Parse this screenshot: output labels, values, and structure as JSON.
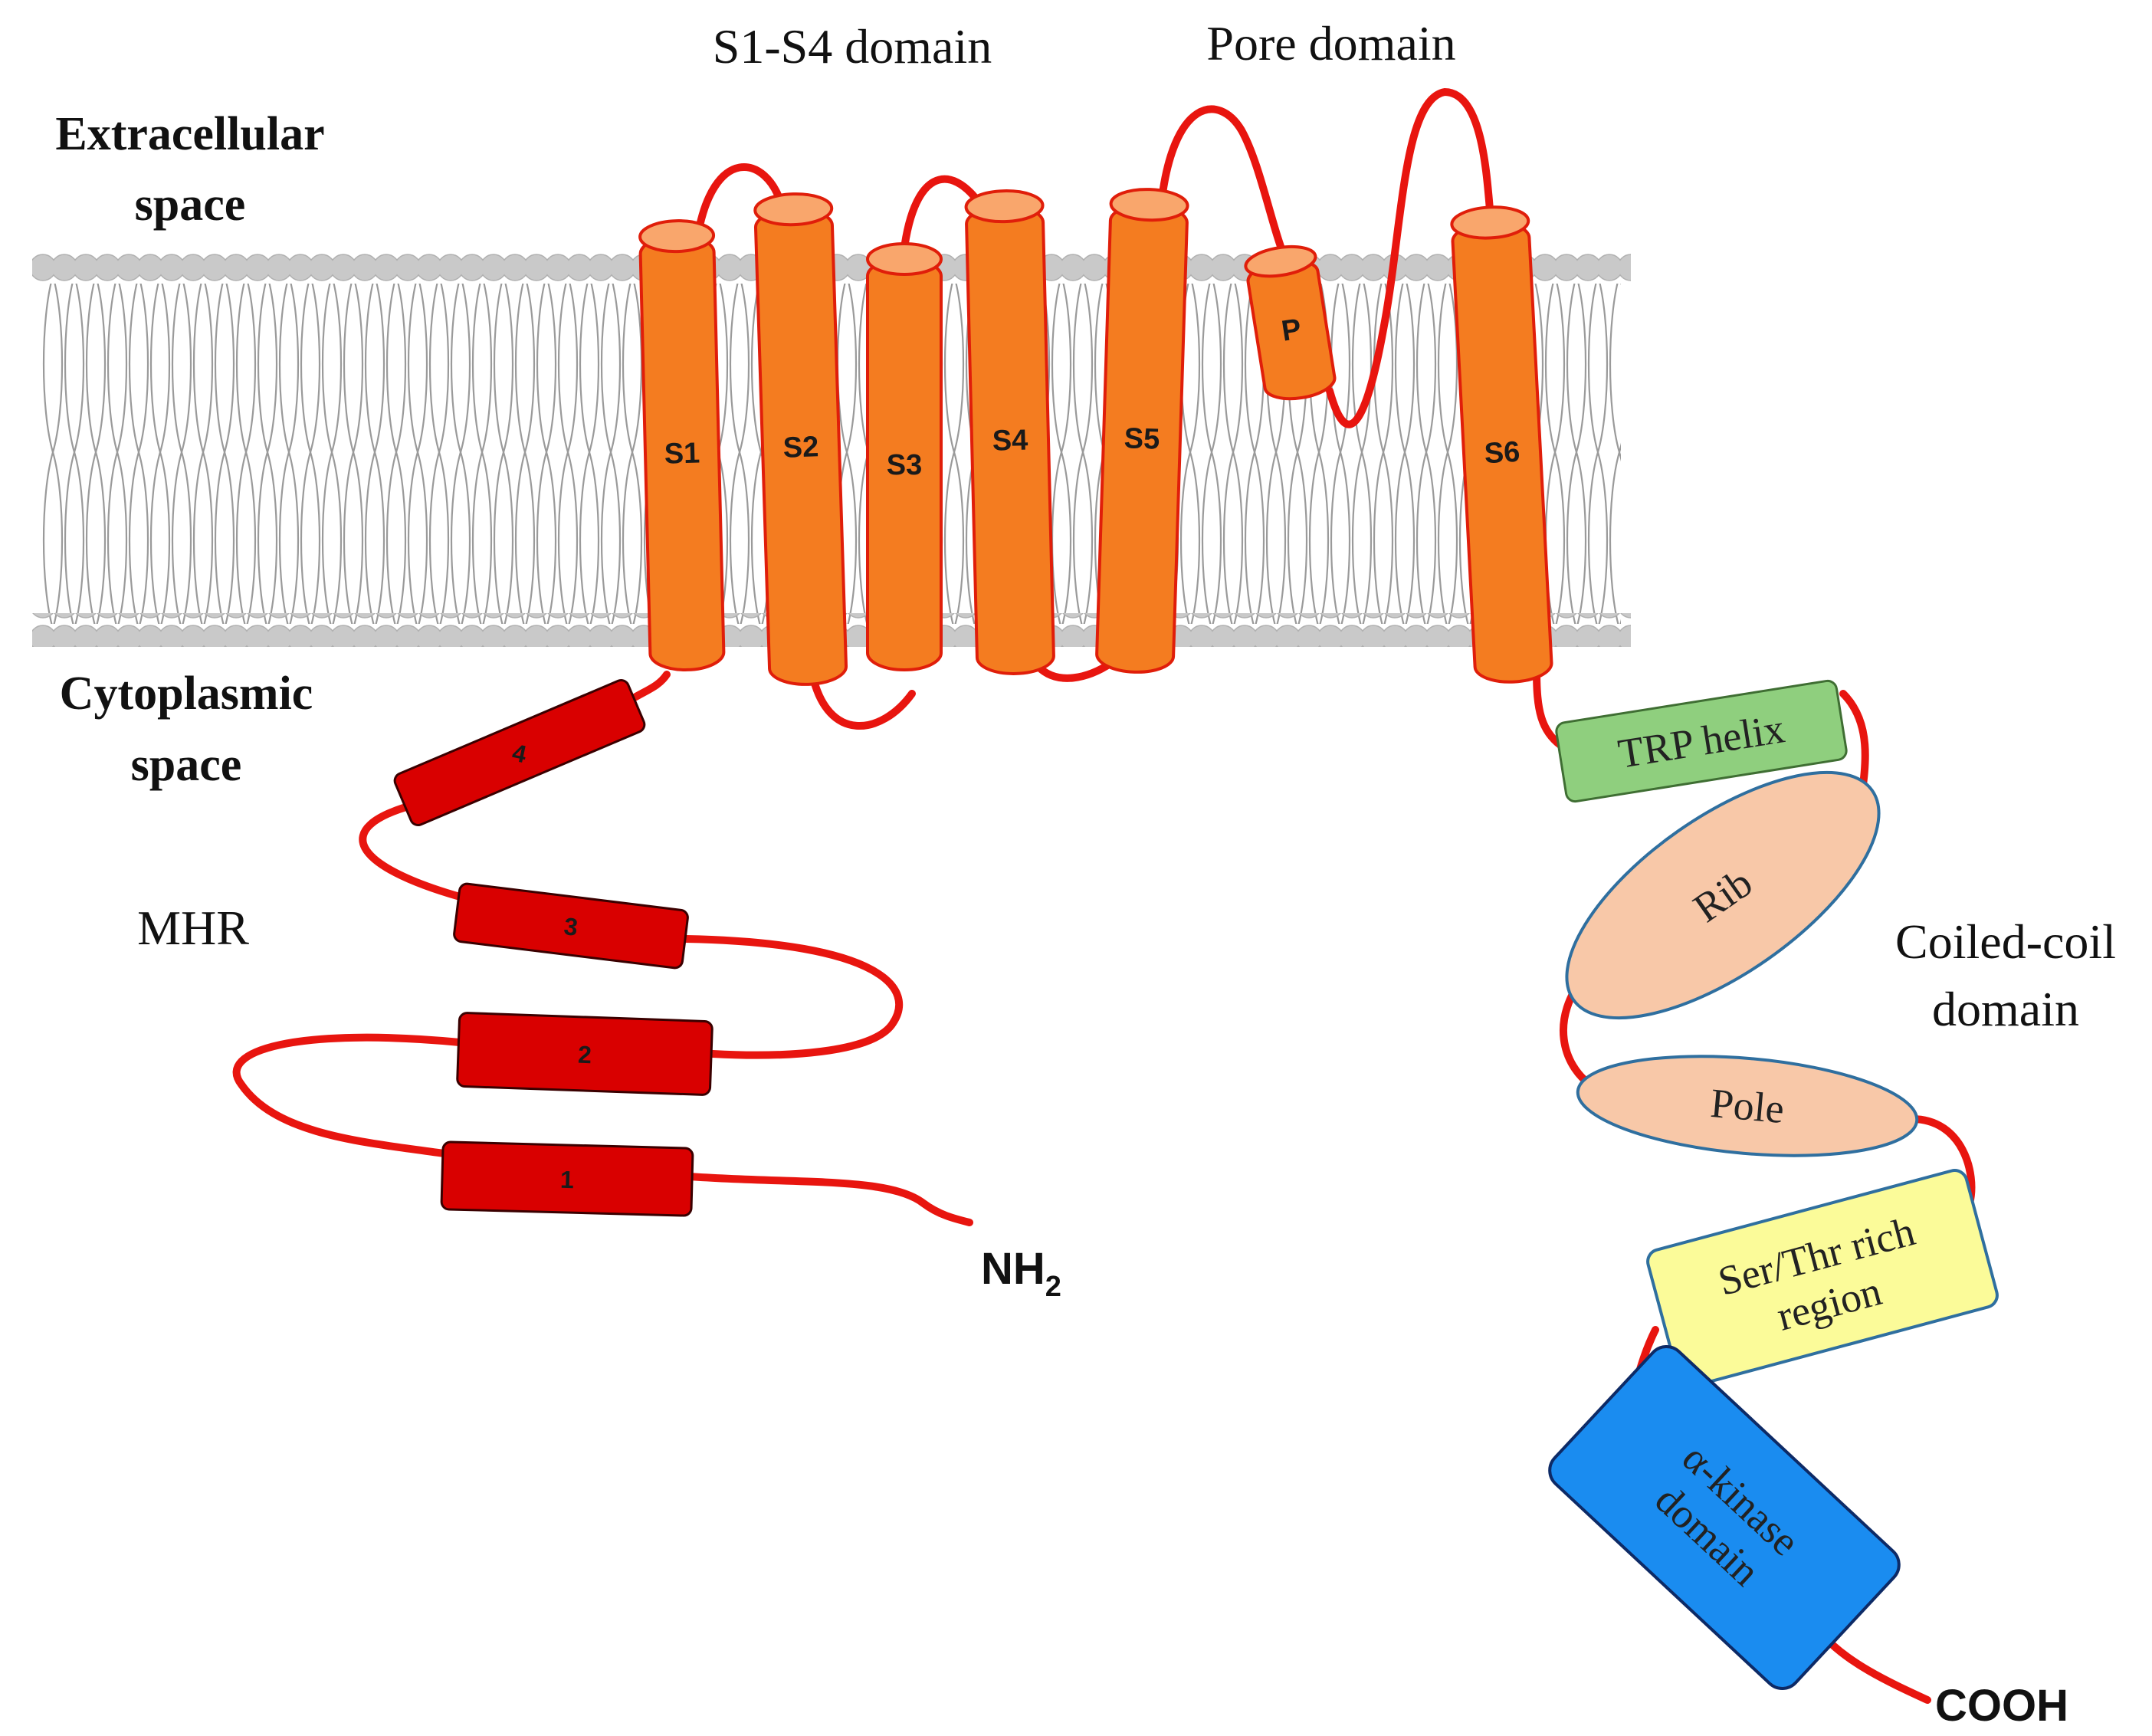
{
  "titles": {
    "s1s4": "S1-S4 domain",
    "pore": "Pore domain"
  },
  "regions": {
    "extracellular_line1": "Extracellular",
    "extracellular_line2": "space",
    "cytoplasmic_line1": "Cytoplasmic",
    "cytoplasmic_line2": "space",
    "mhr": "MHR",
    "coiled_line1": "Coiled-coil",
    "coiled_line2": "domain"
  },
  "helices": {
    "s1": "S1",
    "s2": "S2",
    "s3": "S3",
    "s4": "S4",
    "s5": "S5",
    "p": "P",
    "s6": "S6"
  },
  "mhr_segments": {
    "m1": "1",
    "m2": "2",
    "m3": "3",
    "m4": "4"
  },
  "domains": {
    "trp": "TRP helix",
    "rib": "Rib",
    "pole": "Pole",
    "serthr_line1": "Ser/Thr rich",
    "serthr_line2": "region",
    "kinase_line1": "α-kinase",
    "kinase_line2": "domain"
  },
  "termini": {
    "n_main": "NH",
    "n_sub": "2",
    "c": "COOH"
  },
  "colors": {
    "chain": "#e8150f",
    "helix_fill": "#f47c20",
    "helix_top": "#f9a66c",
    "mhr_fill": "#d90000",
    "trp_fill": "#8fcf7e",
    "coil_fill": "#f8c8a8",
    "serthr_fill": "#fbfb99",
    "kinase_fill": "#1a8cf0",
    "lipid_head": "#c8c8c8",
    "lipid_tail": "#8e8e8e"
  }
}
